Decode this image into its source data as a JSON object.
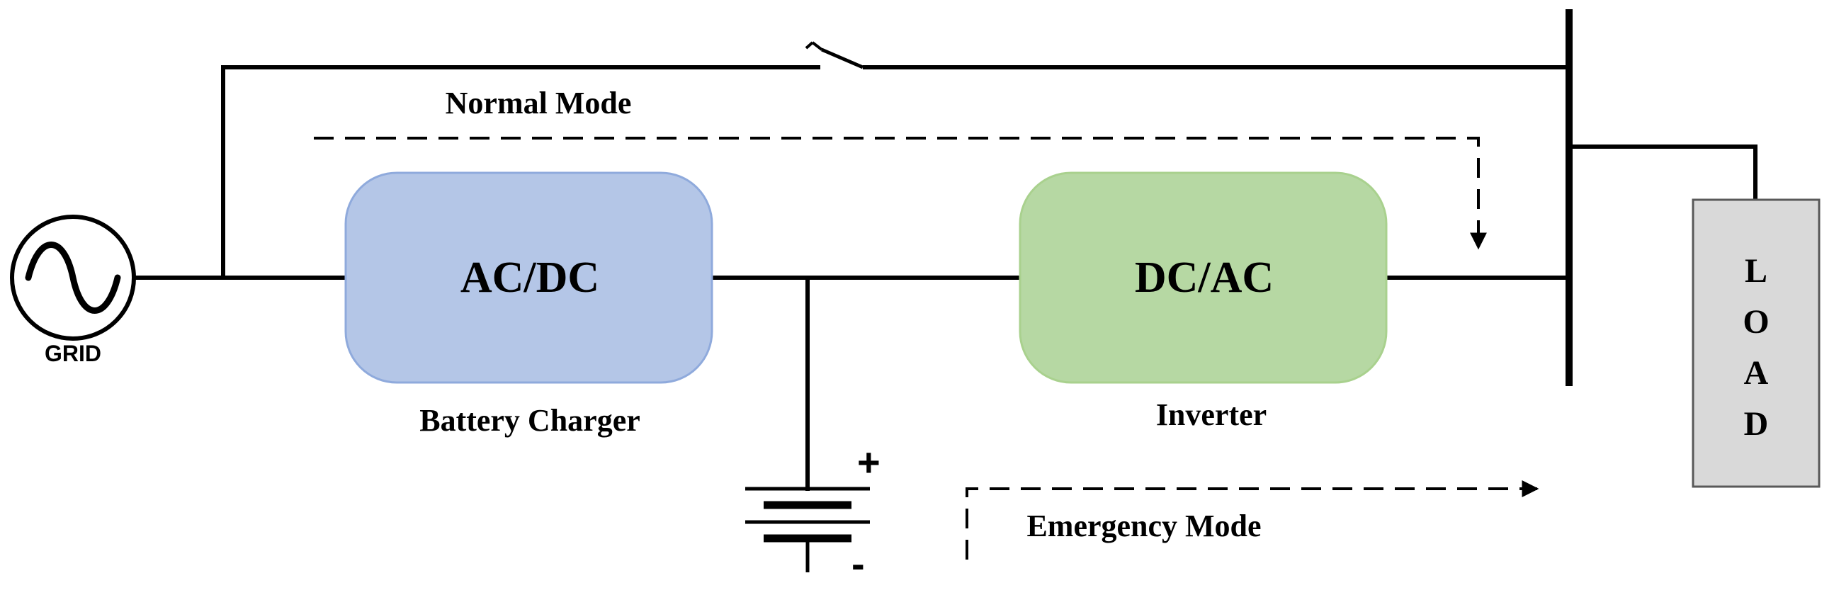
{
  "grid": {
    "label": "GRID",
    "icon": "ac-source-icon"
  },
  "converters": {
    "acdc": {
      "label": "AC/DC",
      "caption": "Battery Charger",
      "color": "#b4c6e7",
      "border": "#8faadc"
    },
    "dcac": {
      "label": "DC/AC",
      "caption": "Inverter",
      "color": "#b6d8a3",
      "border": "#a9d18e"
    }
  },
  "battery": {
    "plus": "+",
    "minus": "-",
    "icon": "battery-icon"
  },
  "load": {
    "letters": [
      "L",
      "O",
      "A",
      "D"
    ],
    "color": "#d9d9d9"
  },
  "modes": {
    "normal": "Normal Mode",
    "emergency": "Emergency Mode"
  },
  "bypass_switch": {
    "icon": "switch-icon"
  }
}
